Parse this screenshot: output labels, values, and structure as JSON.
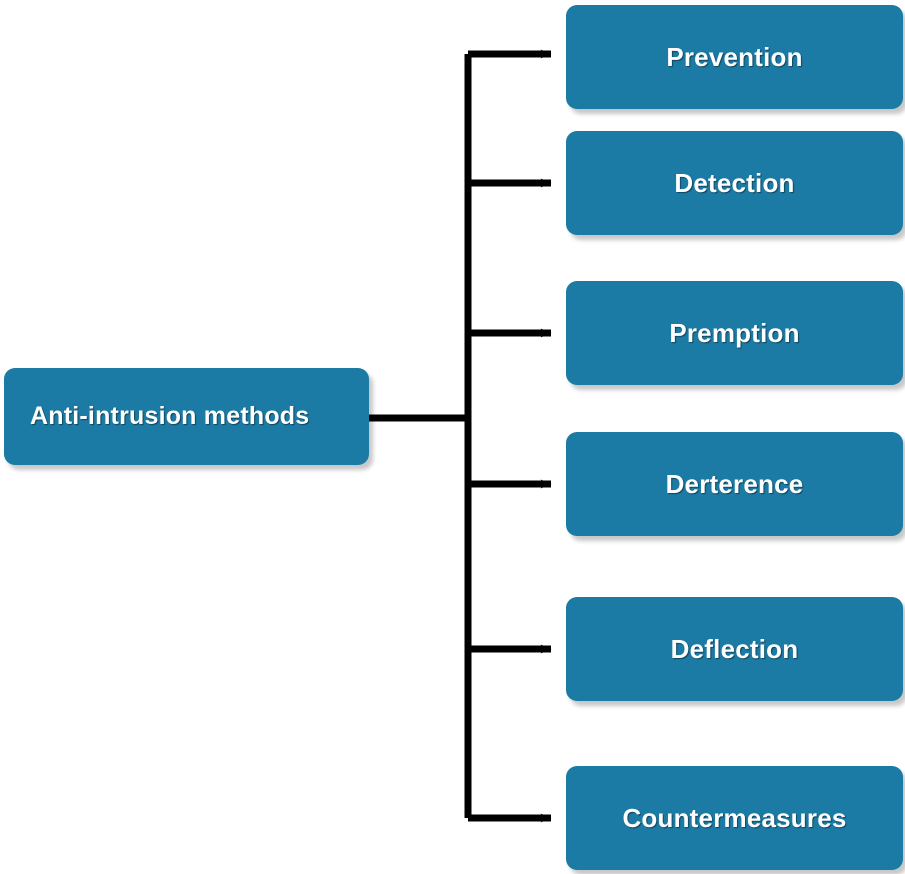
{
  "diagram": {
    "type": "tree",
    "orientation": "left-to-right",
    "title": "Anti-intrusion methods",
    "colors": {
      "node_fill": "#1b7ba5",
      "node_text": "#ffffff",
      "connector": "#000000",
      "shadow": "#b3b3b3",
      "background": "#ffffff"
    },
    "root": {
      "label": "Anti-intrusion methods"
    },
    "branches": [
      {
        "label": "Prevention"
      },
      {
        "label": "Detection"
      },
      {
        "label": "Premption"
      },
      {
        "label": "Derterence"
      },
      {
        "label": "Deflection"
      },
      {
        "label": "Countermeasures"
      }
    ],
    "connectors": {
      "style": "orthogonal-elbow",
      "arrowhead": "barbed",
      "trunk_label": "vertical-trunk",
      "stem_label": "root-stem"
    }
  }
}
